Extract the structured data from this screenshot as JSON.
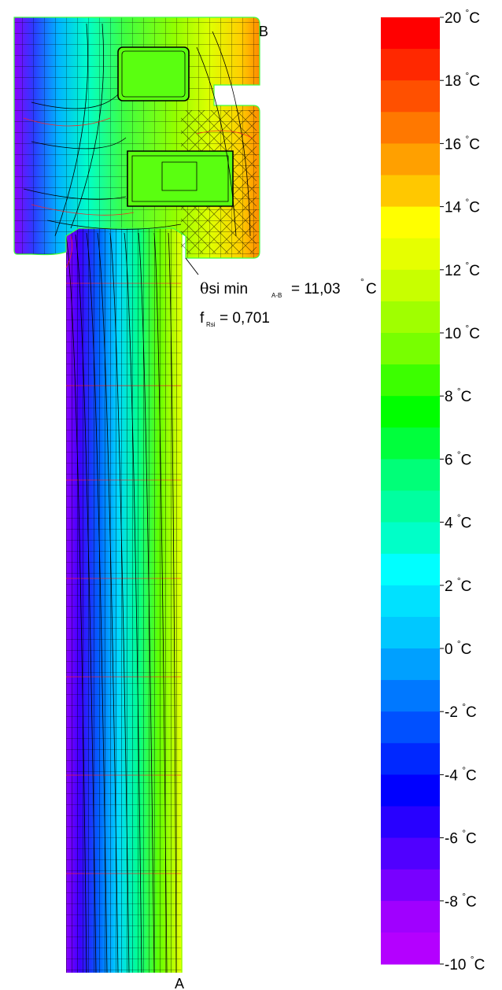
{
  "figure": {
    "point_b": "B",
    "point_a": "A",
    "annotation": {
      "theta_symbol": "θ",
      "theta_text": "si min",
      "theta_subscript": "A-B",
      "theta_equals": "= 11,03",
      "degree": "°",
      "unit_c": "C",
      "f_symbol": "f",
      "f_subscript": "Rsi",
      "f_value": "= 0,701"
    }
  },
  "colorbar": {
    "levels_from_top": [
      "#ff0000",
      "#ff2800",
      "#ff5000",
      "#ff7800",
      "#ffa000",
      "#ffc800",
      "#ffff00",
      "#e6ff00",
      "#c8ff00",
      "#a0ff00",
      "#78ff00",
      "#3cff00",
      "#00ff00",
      "#00ff3c",
      "#00ff78",
      "#00ffa0",
      "#00ffc8",
      "#00ffff",
      "#00e1ff",
      "#00c8ff",
      "#00a0ff",
      "#0078ff",
      "#0050ff",
      "#0028ff",
      "#0000ff",
      "#2800ff",
      "#5000ff",
      "#7800ff",
      "#a000ff",
      "#b400ff"
    ],
    "tick_labels": [
      {
        "value": "20",
        "unit": "C"
      },
      {
        "value": "18",
        "unit": "C"
      },
      {
        "value": "16",
        "unit": "C"
      },
      {
        "value": "14",
        "unit": "C"
      },
      {
        "value": "12",
        "unit": "C"
      },
      {
        "value": "10",
        "unit": "C"
      },
      {
        "value": "8",
        "unit": "C"
      },
      {
        "value": "6",
        "unit": "C"
      },
      {
        "value": "4",
        "unit": "C"
      },
      {
        "value": "2",
        "unit": "C"
      },
      {
        "value": "0",
        "unit": "C"
      },
      {
        "value": "-2",
        "unit": "C"
      },
      {
        "value": "-4",
        "unit": "C"
      },
      {
        "value": "-6",
        "unit": "C"
      },
      {
        "value": "-8",
        "unit": "C"
      },
      {
        "value": "-10",
        "unit": "C"
      }
    ]
  }
}
